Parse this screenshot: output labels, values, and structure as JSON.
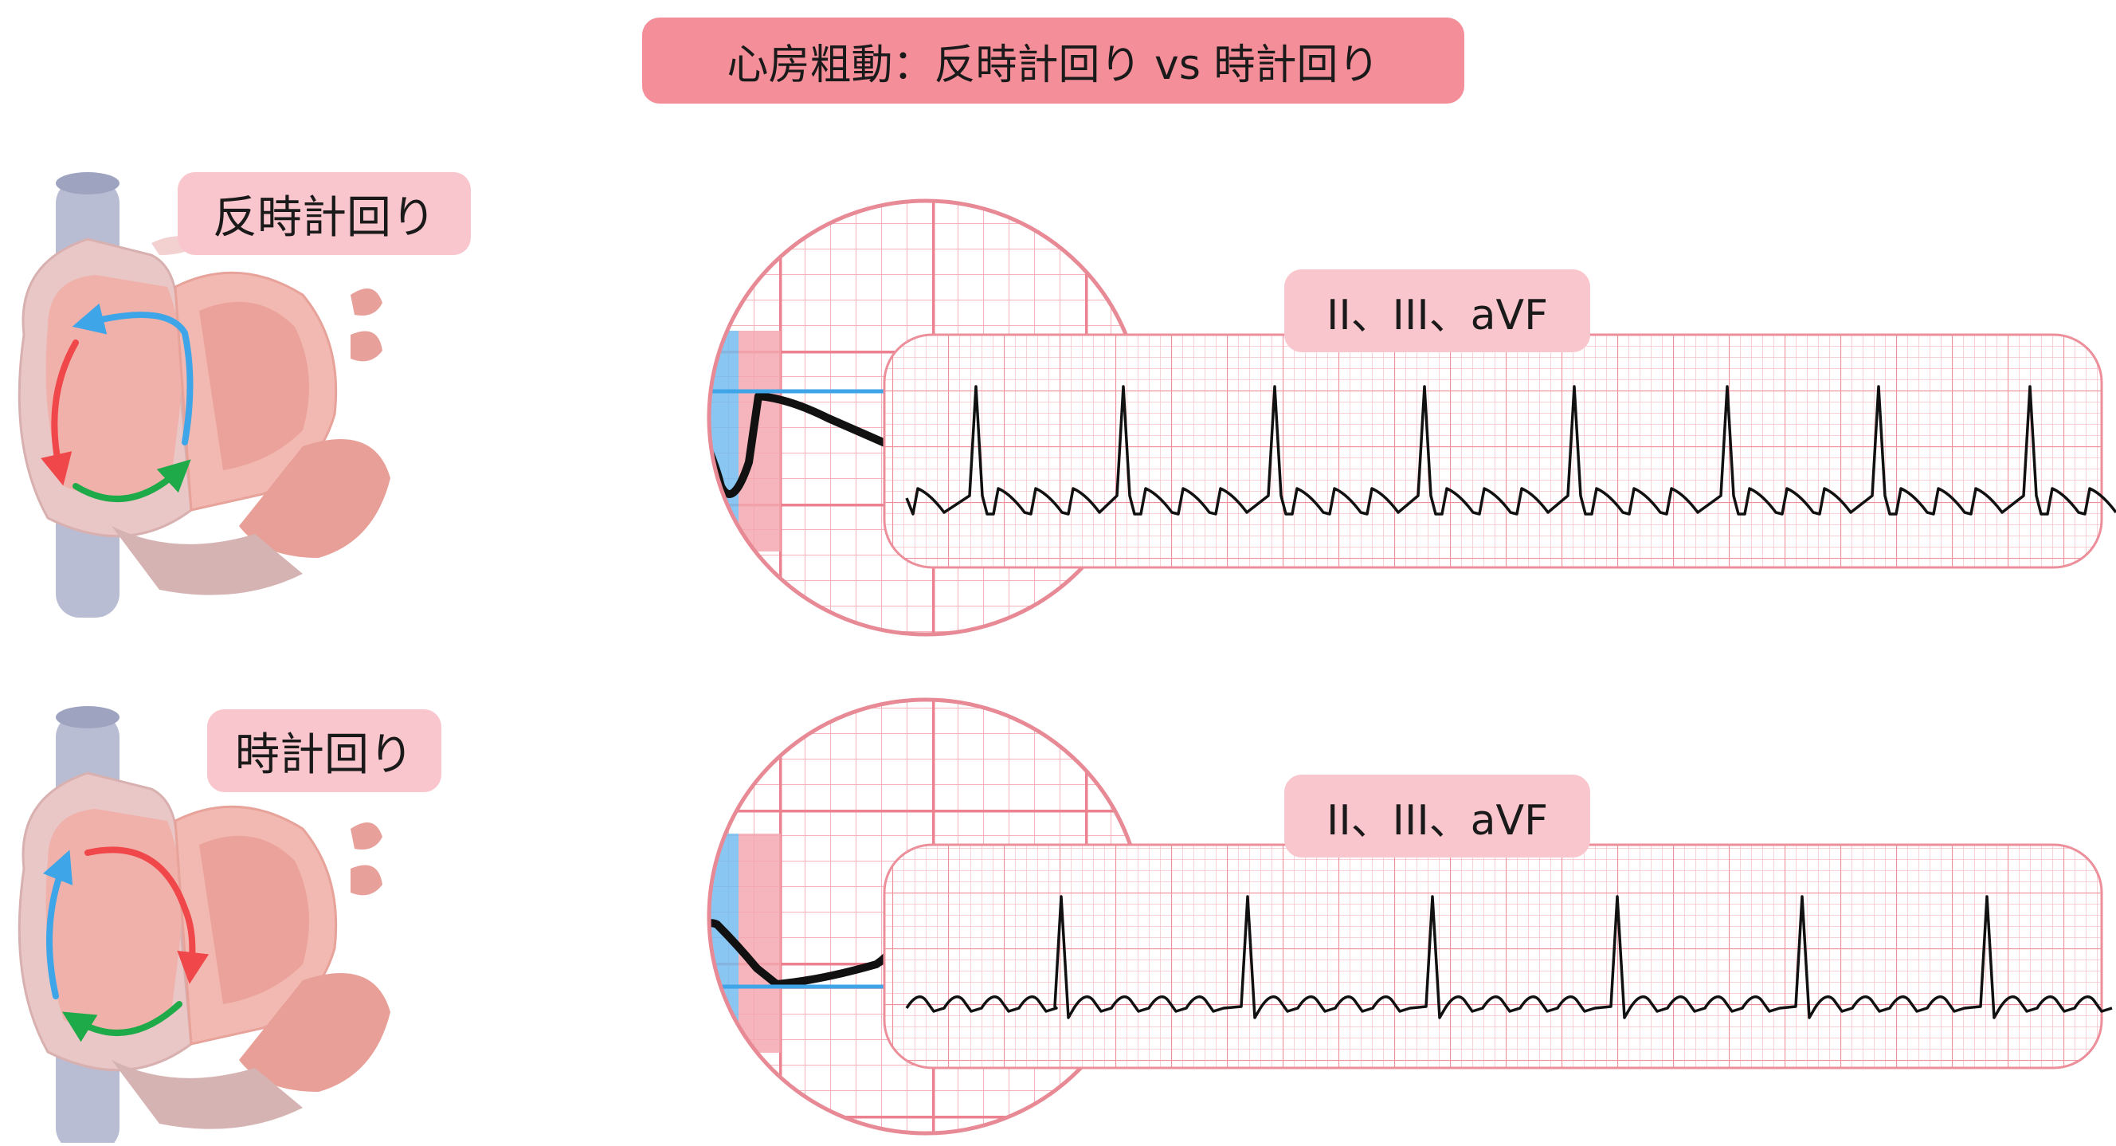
{
  "title": "心房粗動：反時計回り vs 時計回り",
  "panels": [
    {
      "id": "counterclockwise",
      "rotation_label": "反時計回り",
      "lead_label": "II、III、aVF",
      "arrow_colors": {
        "top": "#3ea6e8",
        "left": "#f0474a",
        "bottom": "#1faa4a"
      }
    },
    {
      "id": "clockwise",
      "rotation_label": "時計回り",
      "lead_label": "II、III、aVF",
      "arrow_colors": {
        "top": "#f0474a",
        "left": "#3ea6e8",
        "bottom": "#1faa4a"
      }
    }
  ],
  "colors": {
    "title_bg": "#f48f9a",
    "label_bg": "#f9c6cd",
    "grid_line": "#f2a3ad",
    "grid_major": "#ec7f8c",
    "circle_border": "#e88a95",
    "baseline": "#3ea6e8",
    "segment_green": "#8fd16f",
    "segment_blue": "#74bdf0",
    "segment_pink": "#f5a8b2",
    "heart_tissue": "#f2b3ae",
    "vessel": "#b9bdd3"
  }
}
